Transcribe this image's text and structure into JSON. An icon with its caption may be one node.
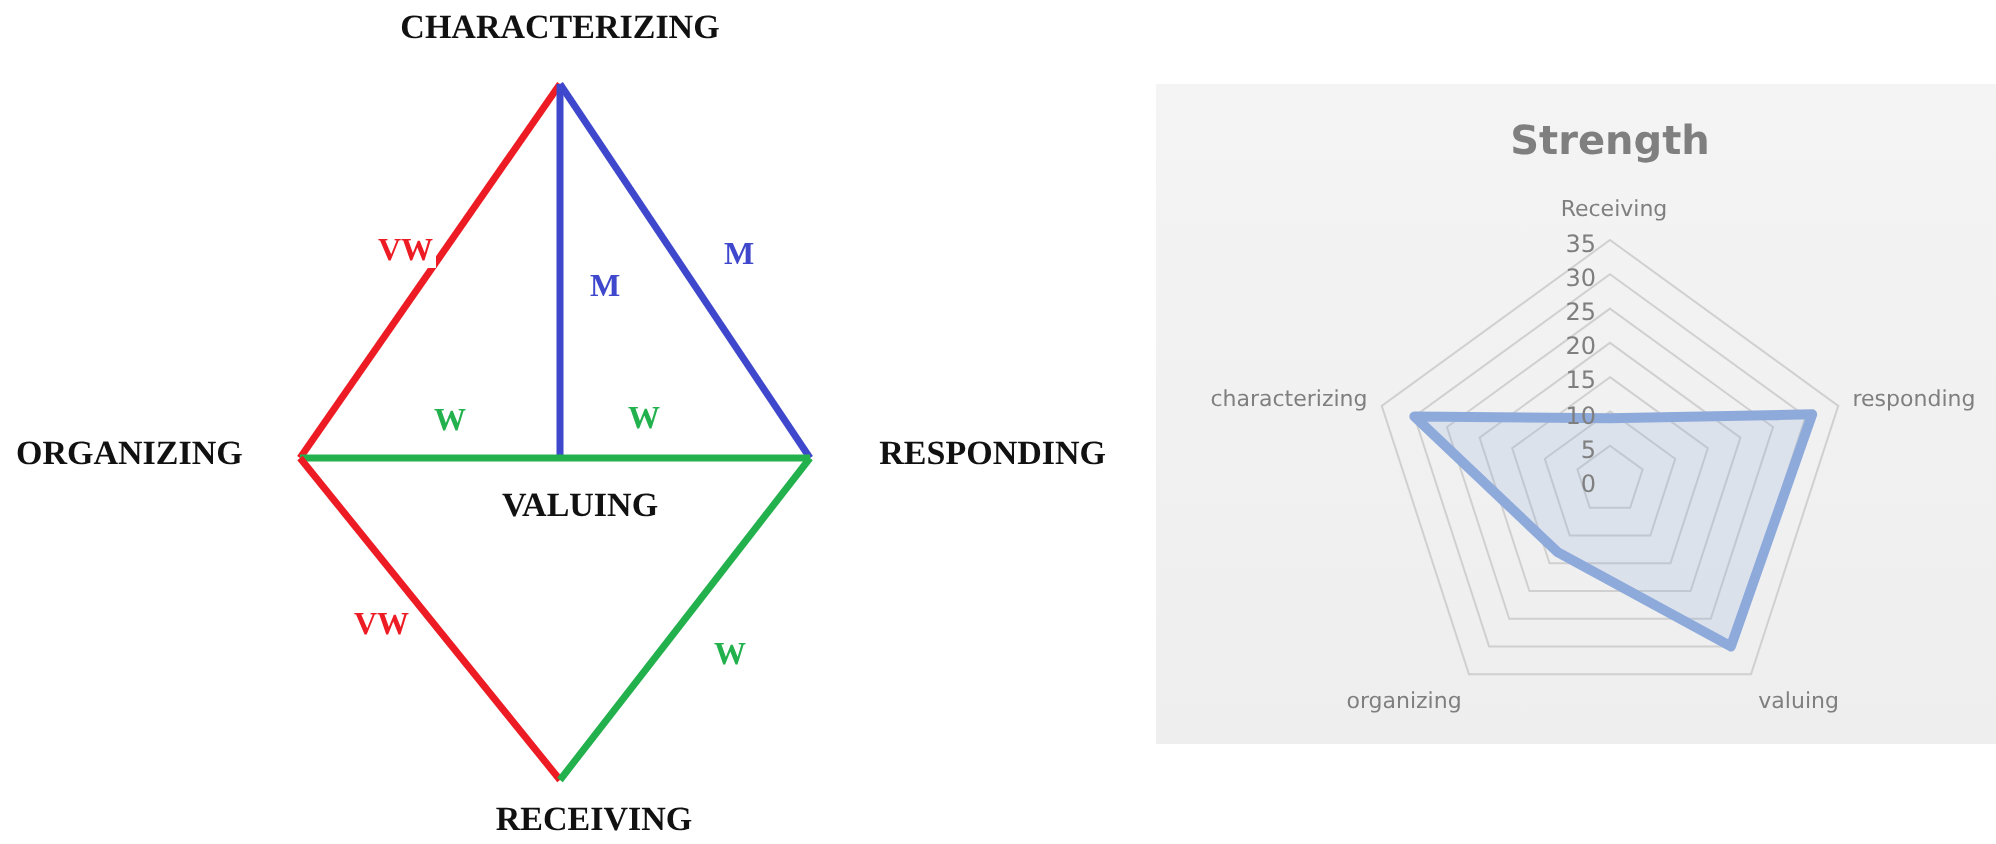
{
  "diagram": {
    "nodes": [
      {
        "text": [
          "CHARACTERIZING"
        ]
      },
      {
        "text": [
          "ORGANIZING"
        ]
      },
      {
        "text": [
          "RESPONDING"
        ]
      },
      {
        "text": [
          "VALUING"
        ]
      },
      {
        "text": [
          "RECEIVING"
        ]
      }
    ],
    "edges": [
      {
        "from": 1,
        "to": 0,
        "arrow": "none",
        "label": "VW",
        "color": "#ed1c24"
      },
      {
        "from": 0,
        "to": 3,
        "arrow": "none",
        "label": "M",
        "color": "#3f48cc"
      },
      {
        "from": 0,
        "to": 2,
        "arrow": "none",
        "label": "M",
        "color": "#3f48cc"
      },
      {
        "from": 1,
        "to": 3,
        "arrow": "none",
        "label": "W",
        "color": "#22b14c"
      },
      {
        "from": 3,
        "to": 2,
        "arrow": "none",
        "label": "W",
        "color": "#22b14c"
      },
      {
        "from": 1,
        "to": 4,
        "arrow": "none",
        "label": "VW",
        "color": "#ed1c24"
      },
      {
        "from": 4,
        "to": 2,
        "arrow": "none",
        "label": "W",
        "color": "#22b14c"
      }
    ],
    "chart_data": {
      "type": "radar",
      "title": "Strength",
      "categories": [
        "Receiving",
        "responding",
        "valuing",
        "organizing",
        "characterizing"
      ],
      "series": [
        {
          "color": "#8eaadb",
          "values": [
            9,
            31,
            30,
            13,
            30
          ]
        }
      ],
      "ylim": [
        0,
        35
      ],
      "yticks": [
        0,
        5,
        10,
        15,
        20,
        25,
        30,
        35
      ]
    }
  }
}
